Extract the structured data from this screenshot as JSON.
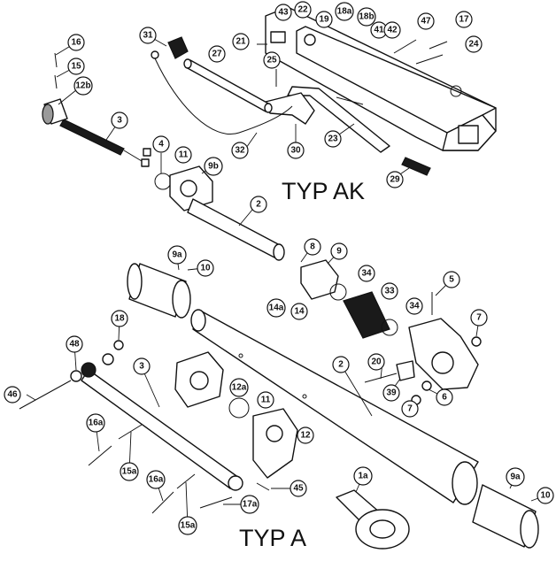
{
  "headings": {
    "top_assembly": "TYP AK",
    "bottom_assembly": "TYP A"
  },
  "callouts": {
    "c16_top": "16",
    "c15_top": "15",
    "c12b": "12b",
    "c3_top": "3",
    "c31": "31",
    "c43": "43",
    "c22": "22",
    "c19": "19",
    "c18a": "18a",
    "c18b": "18b",
    "c41": "41",
    "c42": "42",
    "c47": "47",
    "c17": "17",
    "c24": "24",
    "c21": "21",
    "c27": "27",
    "c25": "25",
    "c4": "4",
    "c11_top": "11",
    "c9b": "9b",
    "c32": "32",
    "c30": "30",
    "c23": "23",
    "c29": "29",
    "c2_top": "2",
    "c9a_left": "9a",
    "c10_left": "10",
    "c8": "8",
    "c9": "9",
    "c34_upper": "34",
    "c5": "5",
    "c14a": "14a",
    "c14": "14",
    "c33": "33",
    "c34_lower": "34",
    "c7_right": "7",
    "c18_bottom": "18",
    "c48": "48",
    "c3_bottom": "3",
    "c20": "20",
    "c46": "46",
    "c12a": "12a",
    "c11_bottom": "11",
    "c2_bottom": "2",
    "c39": "39",
    "c6": "6",
    "c7_lower": "7",
    "c16a_left": "16a",
    "c15a_left": "15a",
    "c12": "12",
    "c16a_bottom": "16a",
    "c15a_bottom": "15a",
    "c17a": "17a",
    "c45": "45",
    "c1a": "1a",
    "c9a_right": "9a",
    "c10_right": "10"
  }
}
